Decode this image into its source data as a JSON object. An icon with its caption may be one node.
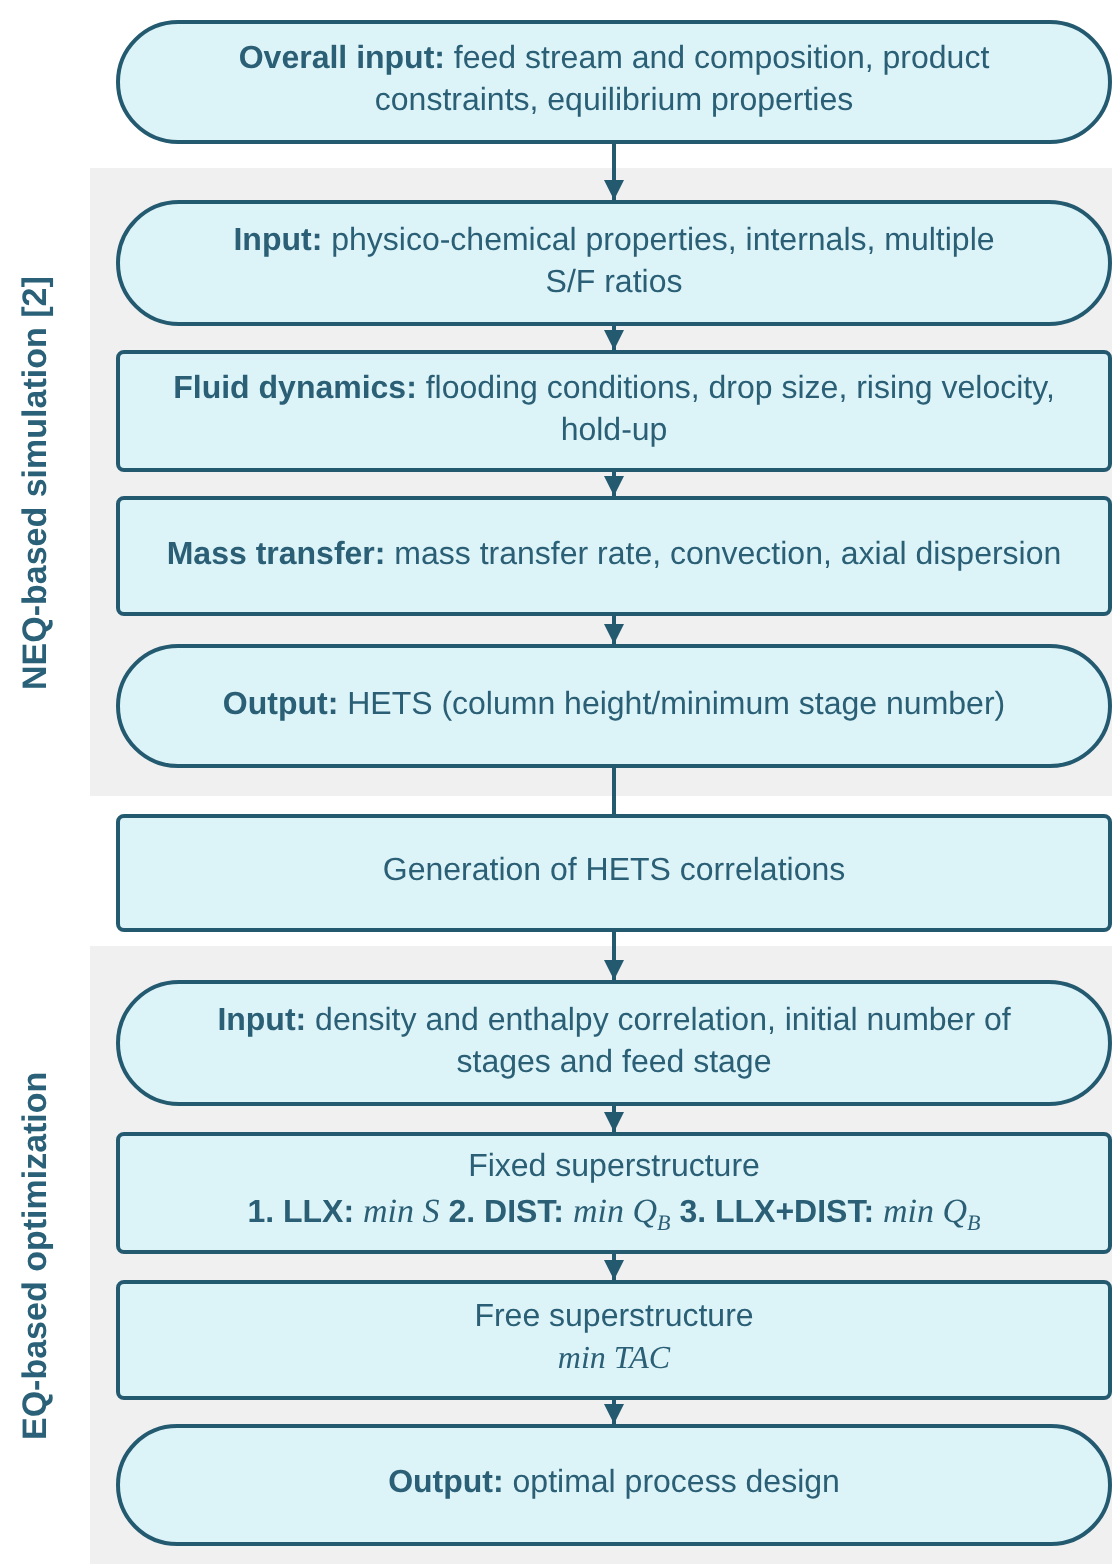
{
  "diagram": {
    "nodes": [
      {
        "text": [
          "**Overall input:** feed stream and composition, product constraints, equilibrium properties"
        ]
      },
      {
        "text": [
          "NEQ-based simulation [2]"
        ]
      },
      {
        "text": [
          "**Input:** physico-chemical properties, internals, multiple S/F ratios"
        ],
        "in": 1
      },
      {
        "text": [
          "**Fluid dynamics:** flooding conditions, drop size, rising velocity, hold-up"
        ],
        "in": 1
      },
      {
        "text": [
          "**Mass transfer:** mass transfer rate, convection, axial dispersion"
        ],
        "in": 1
      },
      {
        "text": [
          "**Output:** HETS (column height/minimum stage number)"
        ],
        "in": 1
      },
      {
        "text": [
          "Generation of HETS correlations"
        ]
      },
      {
        "text": [
          "EQ-based optimization"
        ]
      },
      {
        "text": [
          "**Input:** density and enthalpy correlation, initial number of stages and feed stage"
        ],
        "in": 7
      },
      {
        "text": [
          "Fixed superstructure",
          "**1. LLX:** *min S* **2. DIST:** *min Q*$_{B}$ **3. LLX+DIST:** *min Q*$_{B}$"
        ],
        "in": 7
      },
      {
        "text": [
          "Free superstructure",
          "min TAC"
        ],
        "in": 7
      },
      {
        "text": [
          "**Output:** optimal process design"
        ],
        "in": 7
      }
    ],
    "edges": [
      {
        "from": 0,
        "to": 2,
        "arrow": "to"
      },
      {
        "from": 2,
        "to": 3,
        "arrow": "to"
      },
      {
        "from": 3,
        "to": 4,
        "arrow": "to"
      },
      {
        "from": 4,
        "to": 5,
        "arrow": "to"
      },
      {
        "from": 5,
        "to": 6,
        "arrow": "none"
      },
      {
        "from": 6,
        "to": 8,
        "arrow": "to"
      },
      {
        "from": 8,
        "to": 9,
        "arrow": "to"
      },
      {
        "from": 9,
        "to": 10,
        "arrow": "to"
      },
      {
        "from": 10,
        "to": 11,
        "arrow": "to"
      }
    ]
  }
}
